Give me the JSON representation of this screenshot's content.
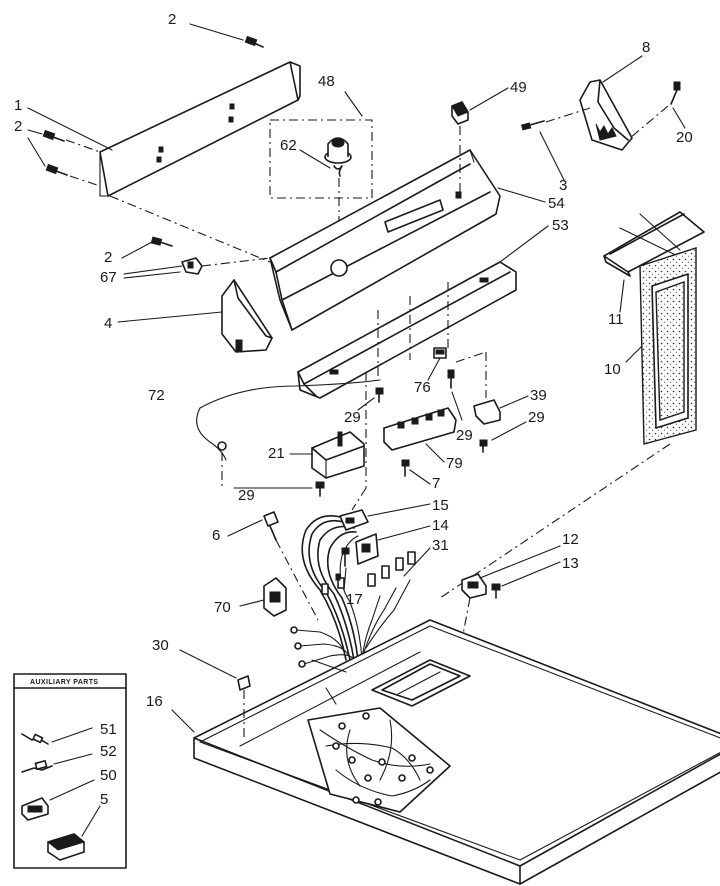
{
  "labels": {
    "l1": "1",
    "l2a": "2",
    "l2b": "2",
    "l2c": "2",
    "l3": "3",
    "l4": "4",
    "l5": "5",
    "l6": "6",
    "l7": "7",
    "l8": "8",
    "l10": "10",
    "l11": "11",
    "l12": "12",
    "l13": "13",
    "l14": "14",
    "l15": "15",
    "l16": "16",
    "l17": "17",
    "l20": "20",
    "l21": "21",
    "l29a": "29",
    "l29b": "29",
    "l29c": "29",
    "l29d": "29",
    "l30": "30",
    "l31": "31",
    "l39": "39",
    "l48": "48",
    "l49": "49",
    "l50": "50",
    "l51": "51",
    "l52": "52",
    "l53": "53",
    "l54": "54",
    "l62": "62",
    "l67": "67",
    "l70": "70",
    "l72": "72",
    "l76": "76",
    "l79": "79"
  },
  "auxiliary": {
    "title": "AUXILIARY PARTS"
  }
}
